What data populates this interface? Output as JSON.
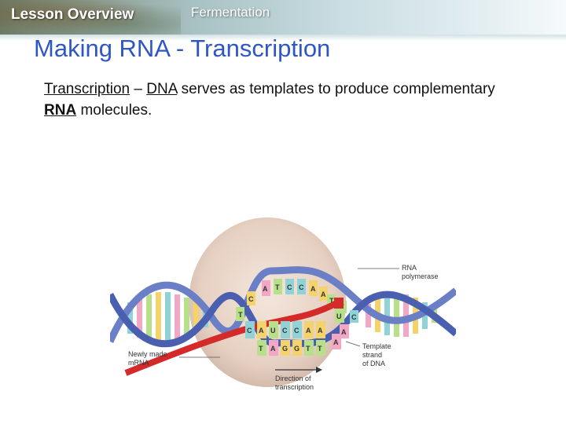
{
  "header": {
    "lesson_label": "Lesson Overview",
    "topic_label": "Fermentation"
  },
  "slide": {
    "title": "Making RNA - Transcription",
    "definition": {
      "term": "Transcription",
      "dash": " – ",
      "dna": "DNA",
      "middle": " serves as templates to produce complementary ",
      "rna": "RNA",
      "end": " molecules."
    }
  },
  "figure": {
    "labels": {
      "polymerase_line1": "RNA",
      "polymerase_line2": "polymerase",
      "mrna_line1": "Newly made",
      "mrna_line2": "mRNA",
      "template_line1": "Template",
      "template_line2": "strand",
      "template_line3": "of DNA",
      "direction_line1": "Direction of",
      "direction_line2": "transcription"
    },
    "top_bases": [
      "A",
      "T",
      "C",
      "C",
      "A",
      "A",
      "T",
      "T",
      "C"
    ],
    "left_bases": [
      "C",
      "T"
    ],
    "rna_bases": [
      "C",
      "A",
      "U",
      "C",
      "C",
      "A",
      "A",
      "U"
    ],
    "template_bases": [
      "T",
      "A",
      "G",
      "G",
      "T",
      "T",
      "A",
      "A"
    ]
  }
}
